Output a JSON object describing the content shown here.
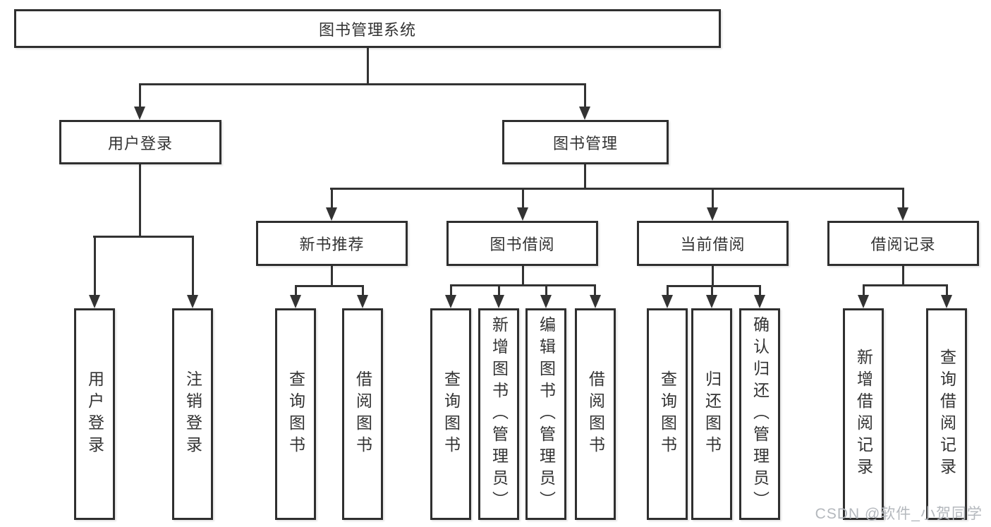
{
  "tree": {
    "root": {
      "label": "图书管理系统"
    },
    "branches": [
      {
        "label": "用户登录",
        "children": [
          {
            "label": "用户登录"
          },
          {
            "label": "注销登录"
          }
        ]
      },
      {
        "label": "图书管理",
        "children": [
          {
            "label": "新书推荐",
            "children": [
              {
                "label": "查询图书"
              },
              {
                "label": "借阅图书"
              }
            ]
          },
          {
            "label": "图书借阅",
            "children": [
              {
                "label": "查询图书"
              },
              {
                "label": "新增图书（管理员）"
              },
              {
                "label": "编辑图书（管理员）"
              },
              {
                "label": "借阅图书"
              }
            ]
          },
          {
            "label": "当前借阅",
            "children": [
              {
                "label": "查询图书"
              },
              {
                "label": "归还图书"
              },
              {
                "label": "确认归还（管理员）"
              }
            ]
          },
          {
            "label": "借阅记录",
            "children": [
              {
                "label": "新增借阅记录"
              },
              {
                "label": "查询借阅记录"
              }
            ]
          }
        ]
      }
    ]
  },
  "watermark": "CSDN @软件_小贺同学",
  "colors": {
    "line": "#333333",
    "box_border": "#2f2f2f",
    "box_fill": "#ffffff",
    "text": "#333333",
    "watermark": "#b4b8bd",
    "background": "#ffffff"
  }
}
